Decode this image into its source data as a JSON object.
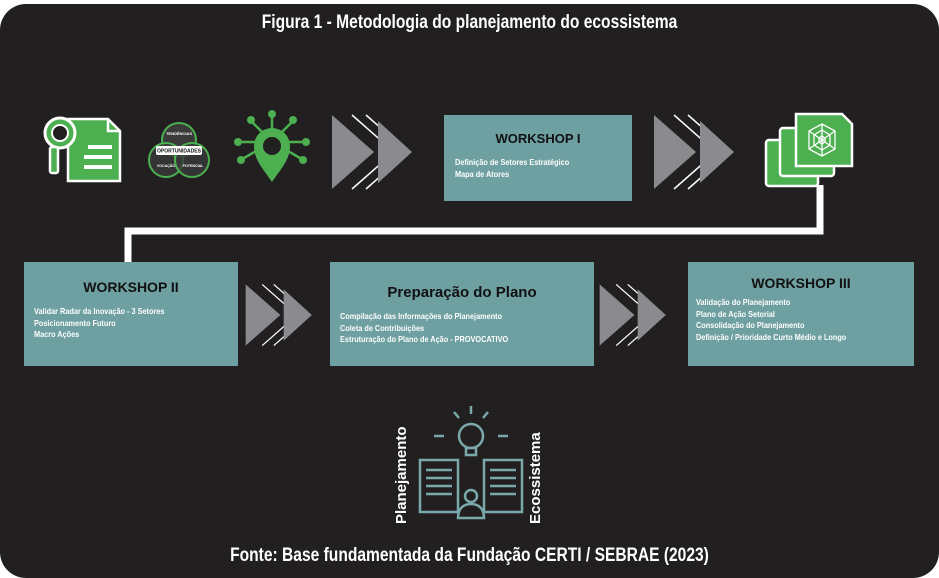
{
  "title": "Figura 1 - Metodologia do planejamento do ecossistema",
  "source": "Fonte: Base fundamentada da Fundação CERTI / SEBRAE (2023)",
  "venn_labels": [
    "TENDÊNCIAS",
    "OPORTUNIDADES",
    "VOCAÇÃO",
    "POTENCIAL"
  ],
  "workshop1": {
    "title": "WORKSHOP I",
    "lines": [
      "Definição de Setores Estratégico",
      "Mapa de Atores"
    ]
  },
  "workshop2": {
    "title": "WORKSHOP II",
    "lines": [
      "Validar Radar da Inovação - 3 Setores",
      "Posicionamento Futuro",
      "Macro Ações"
    ]
  },
  "plan_prep": {
    "title": "Preparação do Plano",
    "lines": [
      "Compilação das Informações do Planejamento",
      "Coleta de Contribuições",
      "Estruturação do Plano de Ação - PROVOCATIVO"
    ]
  },
  "workshop3": {
    "title": "WORKSHOP III",
    "lines": [
      "Validação do Planejamento",
      "Plano de Ação Setorial",
      "Consolidação do Planejamento",
      "Definição / Prioridade Curto Médio e Longo"
    ]
  },
  "bottom_icon": {
    "left_label": "Planejamento",
    "right_label": "Ecossistema"
  },
  "colors": {
    "background": "#221f20",
    "box": "#6e9fa1",
    "green": "#4caf50",
    "arrow": "#8a8a8f",
    "teal_icon": "#7aa9ab"
  }
}
